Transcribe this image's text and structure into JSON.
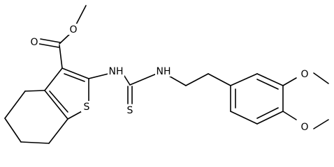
{
  "molecule": {
    "atoms": {
      "o_ether": "O",
      "o_carbonyl": "O",
      "nh_left": "NH",
      "nh_right": "NH",
      "s_thione": "S",
      "s_ring": "S",
      "o_meta": "O",
      "o_para": "O"
    }
  }
}
